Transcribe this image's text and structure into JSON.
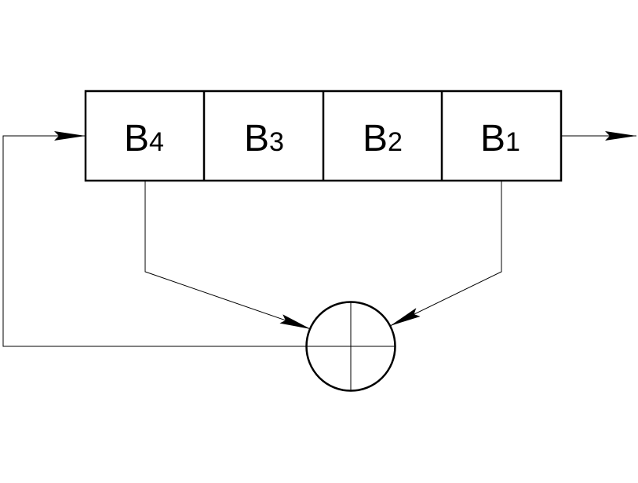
{
  "diagram": {
    "type": "linear-feedback-shift-register",
    "register_cells": [
      {
        "letter": "B",
        "index": "4"
      },
      {
        "letter": "B",
        "index": "3"
      },
      {
        "letter": "B",
        "index": "2"
      },
      {
        "letter": "B",
        "index": "1"
      }
    ],
    "taps": [
      "B4",
      "B1"
    ],
    "combiner": "xor",
    "colors": {
      "stroke": "#000000",
      "background": "#ffffff"
    }
  }
}
